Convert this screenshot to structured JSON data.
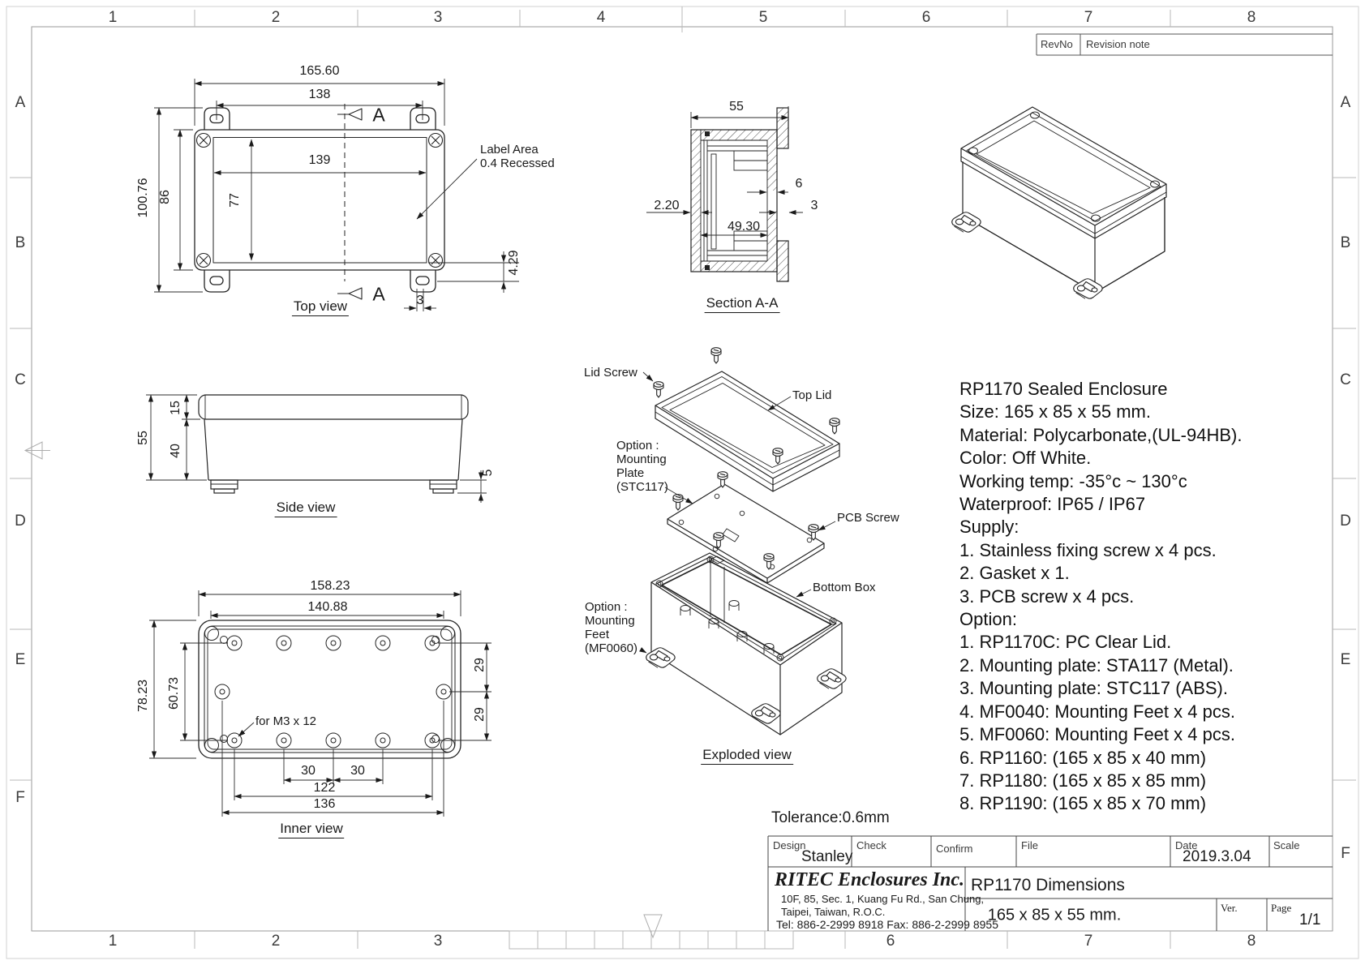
{
  "sheet": {
    "zone_cols_top": [
      "1",
      "2",
      "3",
      "4",
      "5",
      "6",
      "7",
      "8"
    ],
    "zone_cols_bottom": [
      "1",
      "2",
      "3",
      "6",
      "7",
      "8"
    ],
    "zone_rows": [
      "A",
      "B",
      "C",
      "D",
      "E",
      "F"
    ],
    "revision": {
      "rev_no_label": "RevNo",
      "note_label": "Revision note"
    }
  },
  "views": {
    "top_view": {
      "caption": "Top view",
      "overall_width": "165.60",
      "mount_hole_span": "138",
      "label_width": "139",
      "label_height": "77",
      "body_height": "86",
      "overall_height": "100.76",
      "ear_offset": "4.29",
      "slot_width": "3",
      "section_letter_top": "A",
      "section_letter_bottom": "A",
      "callout_line1": "Label Area",
      "callout_line2": "0.4 Recessed"
    },
    "section_view": {
      "caption": "Section A-A",
      "depth": "55",
      "wall_thickness": "2.20",
      "inner_depth": "49.30",
      "boss_width": "6",
      "rim_width": "3"
    },
    "side_view": {
      "caption": "Side view",
      "lid_height": "15",
      "base_height": "40",
      "total_height": "55",
      "foot_height": "5"
    },
    "inner_view": {
      "caption": "Inner view",
      "outer_width": "158.23",
      "inner_width": "140.88",
      "outer_height": "78.23",
      "boss_row_span": "60.73",
      "boss_gap_upper": "29",
      "boss_gap_lower": "29",
      "boss_pitch_a": "30",
      "boss_pitch_b": "30",
      "boss_span_inner": "122",
      "boss_span_outer": "136",
      "thread_note": "for M3 x 12"
    },
    "exploded_view": {
      "caption": "Exploded view",
      "labels": {
        "lid_screw": "Lid Screw",
        "top_lid": "Top Lid",
        "plate_l1": "Option :",
        "plate_l2": "Mounting",
        "plate_l3": "Plate",
        "plate_l4": "(STC117)",
        "pcb_screw": "PCB Screw",
        "bottom_box": "Bottom Box",
        "feet_l1": "Option :",
        "feet_l2": "Mounting",
        "feet_l3": "Feet",
        "feet_l4": "(MF0060)"
      }
    }
  },
  "notes": {
    "lines": [
      "RP1170 Sealed Enclosure",
      "Size: 165 x 85 x 55 mm.",
      "Material: Polycarbonate,(UL-94HB).",
      "Color: Off White.",
      "Working temp: -35°c ~ 130°c",
      "Waterproof: IP65 / IP67",
      "Supply:",
      "1. Stainless fixing screw x 4 pcs.",
      "2. Gasket x 1.",
      "3. PCB screw x 4 pcs.",
      "Option:",
      "1. RP1170C: PC Clear Lid.",
      "2. Mounting plate: STA117 (Metal).",
      "3. Mounting plate: STC117 (ABS).",
      "4. MF0040: Mounting Feet x 4 pcs.",
      "5. MF0060: Mounting Feet x 4 pcs.",
      "6. RP1160: (165 x 85 x 40 mm)",
      "7. RP1180: (165 x 85 x 85 mm)",
      "8. RP1190: (165 x 85 x 70 mm)"
    ]
  },
  "title_block": {
    "tolerance": "Tolerance:0.6mm",
    "design_label": "Design",
    "design_value": "Stanley",
    "check_label": "Check",
    "confirm_label": "Confirm",
    "file_label": "File",
    "date_label": "Date",
    "date_value": "2019.3.04",
    "scale_label": "Scale",
    "company": "RITEC Enclosures Inc.",
    "address_line1": "10F, 85, Sec. 1, Kuang Fu Rd., San Chung,",
    "address_line2": "Taipei, Taiwan, R.O.C.",
    "contact": "Tel: 886-2-2999 8918   Fax: 886-2-2999 8955",
    "drawing_title": "RP1170 Dimensions",
    "drawing_size": "165 x 85 x 55 mm.",
    "ver_label": "Ver.",
    "page_label": "Page",
    "page_value": "1/1"
  }
}
